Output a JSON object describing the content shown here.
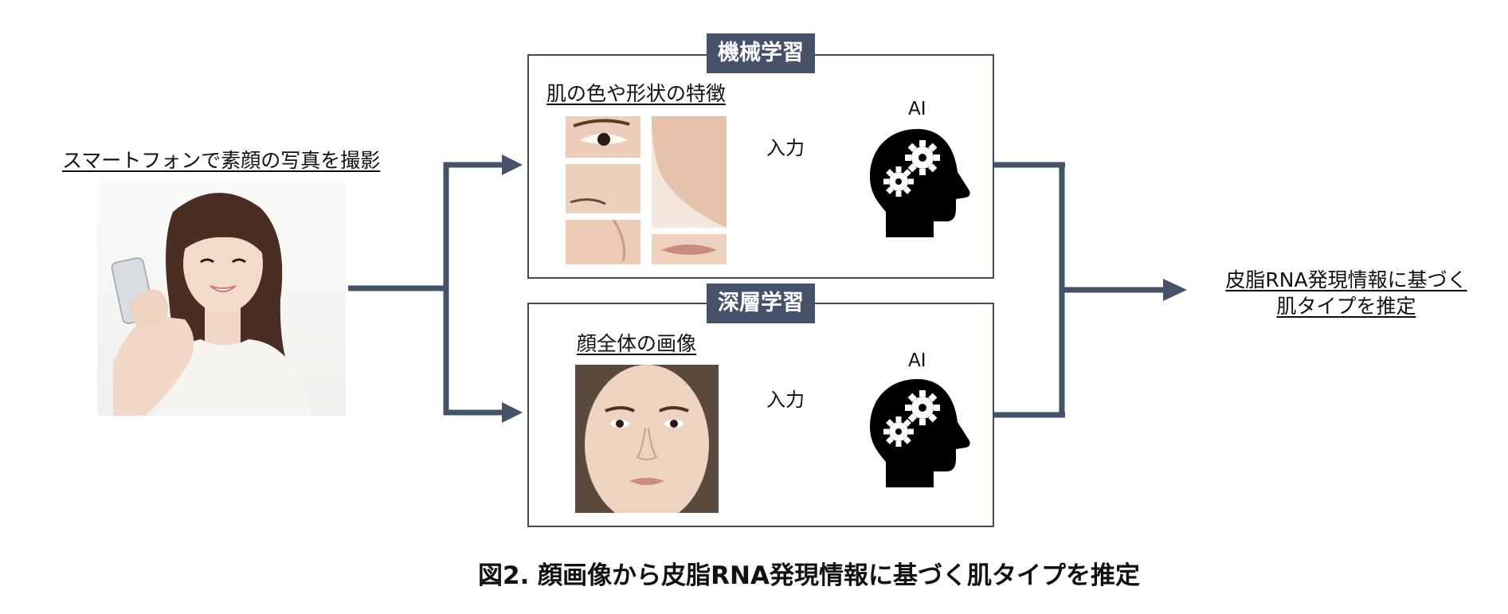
{
  "source_label": "スマートフォンで素顔の写真を撮影",
  "ml_box": {
    "tag": "機械学習",
    "subtitle": "肌の色や形状の特徴",
    "input_label": "入力",
    "ai_label": "AI"
  },
  "dl_box": {
    "tag": "深層学習",
    "subtitle": "顔全体の画像",
    "input_label": "入力",
    "ai_label": "AI"
  },
  "result_label": {
    "line1": "皮脂RNA発現情報に基づく",
    "line2": "肌タイプを推定"
  },
  "caption": "図2. 顔画像から皮脂RNA発現情報に基づく肌タイプを推定",
  "colors": {
    "connector": "#46516a",
    "box_border": "#3f4b62",
    "tag_bg": "#46516a",
    "skin": "#eed3c0"
  },
  "icons": [
    "smartphone-woman-photo",
    "skin-patch-photos",
    "face-photo",
    "ai-head-gears-icon"
  ]
}
